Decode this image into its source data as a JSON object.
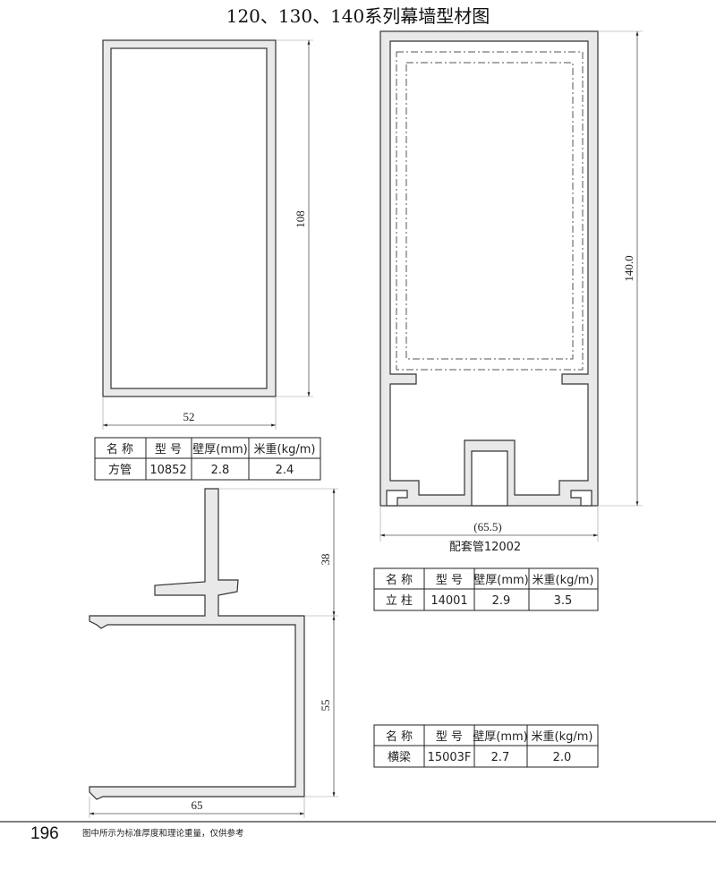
{
  "title": "120、130、140系列幕墙型材图",
  "profiles": [
    {
      "dims": {
        "height": "108",
        "width": "52"
      },
      "table": {
        "headers": [
          "名 称",
          "型 号",
          "壁厚(mm)",
          "米重(kg/m)"
        ],
        "row": [
          "方管",
          "10852",
          "2.8",
          "2.4"
        ]
      }
    },
    {
      "dims": {
        "height": "140.0",
        "width": "(65.5)"
      },
      "caption": "配套管12002",
      "table": {
        "headers": [
          "名 称",
          "型 号",
          "壁厚(mm)",
          "米重(kg/m)"
        ],
        "row": [
          "立 柱",
          "14001",
          "2.9",
          "3.5"
        ]
      }
    },
    {
      "dims": {
        "upper": "38",
        "lower": "55",
        "width": "65"
      },
      "table": {
        "headers": [
          "名 称",
          "型 号",
          "壁厚(mm)",
          "米重(kg/m)"
        ],
        "row": [
          "横梁",
          "15003F",
          "2.7",
          "2.0"
        ]
      }
    }
  ],
  "footer": {
    "page_number": "196",
    "note": "图中所示为标准厚度和理论重量，仅供参考"
  }
}
